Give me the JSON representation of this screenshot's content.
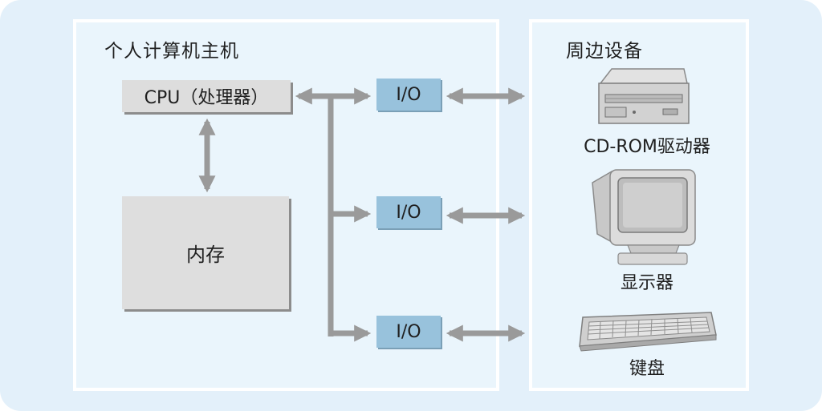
{
  "host": {
    "title": "个人计算机主机",
    "cpu_label": "CPU（处理器）",
    "memory_label": "内存",
    "io_labels": [
      "I/O",
      "I/O",
      "I/O"
    ]
  },
  "peripherals": {
    "title": "周边设备",
    "devices": [
      {
        "label": "CD-ROM驱动器",
        "icon": "cdrom-drive-icon"
      },
      {
        "label": "显示器",
        "icon": "monitor-icon"
      },
      {
        "label": "键盘",
        "icon": "keyboard-icon"
      }
    ]
  },
  "colors": {
    "background": "#e3f0fa",
    "panel": "#eaf5fc",
    "io_box": "#98c2dc",
    "component_box": "#dddddd",
    "arrow": "#9a9a9a"
  }
}
